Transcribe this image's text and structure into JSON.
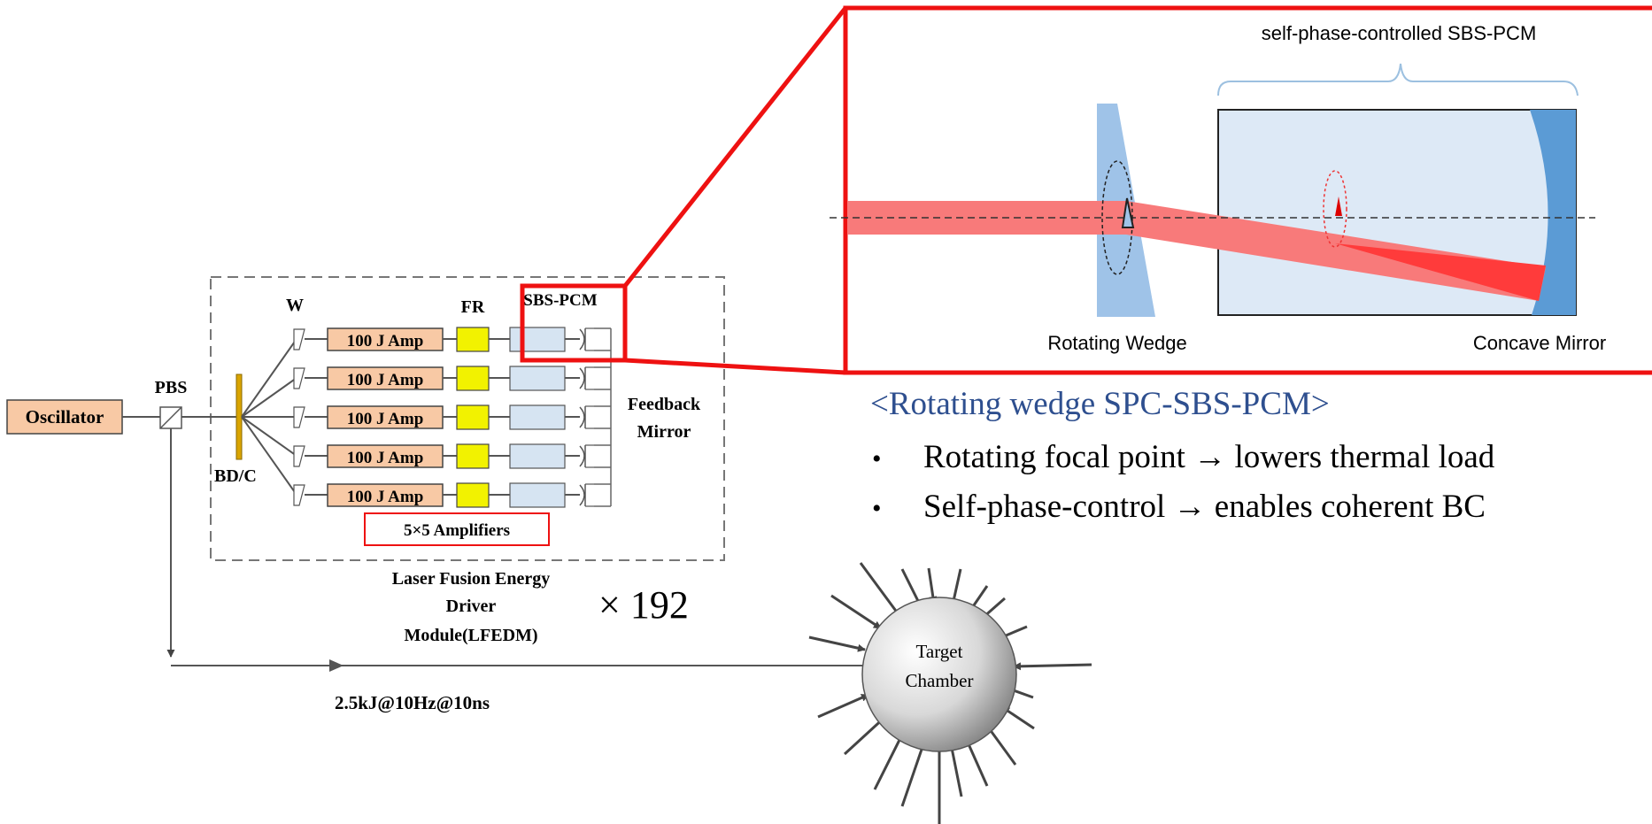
{
  "left": {
    "oscillator": "Oscillator",
    "pbs": "PBS",
    "bdc": "BD/C",
    "w": "W",
    "fr": "FR",
    "sbs_pcm": "SBS-PCM",
    "amps": [
      "100 J Amp",
      "100 J Amp",
      "100 J Amp",
      "100 J Amp",
      "100 J Amp"
    ],
    "amplifiers_box": "5×5 Amplifiers",
    "feedback_1": "Feedback",
    "feedback_2": "Mirror",
    "lfedm_1": "Laser Fusion Energy",
    "lfedm_2": "Driver",
    "lfedm_3": "Module(LFEDM)",
    "multiplier": "× 192",
    "output": "2.5kJ@10Hz@10ns",
    "target_1": "Target",
    "target_2": "Chamber"
  },
  "inset": {
    "title": "self-phase-controlled SBS-PCM",
    "wedge": "Rotating Wedge",
    "mirror": "Concave Mirror"
  },
  "caption": {
    "heading": "<Rotating wedge SPC-SBS-PCM>",
    "bullets": [
      "Rotating focal point → lowers thermal load",
      "Self-phase-control → enables coherent BC"
    ]
  },
  "colors": {
    "highlight_red": "#ee1111",
    "amp_fill": "#f8c9a5",
    "fr_fill": "#f2f200",
    "pcm_fill": "#d6e4f2",
    "beam": "#f87a7a",
    "beam_focus": "#ff3b3b",
    "wedge": "#9fc3e8",
    "cell_fill": "#dde9f6",
    "mirror": "#5b9bd5",
    "caption_blue": "#2e4f8f"
  }
}
